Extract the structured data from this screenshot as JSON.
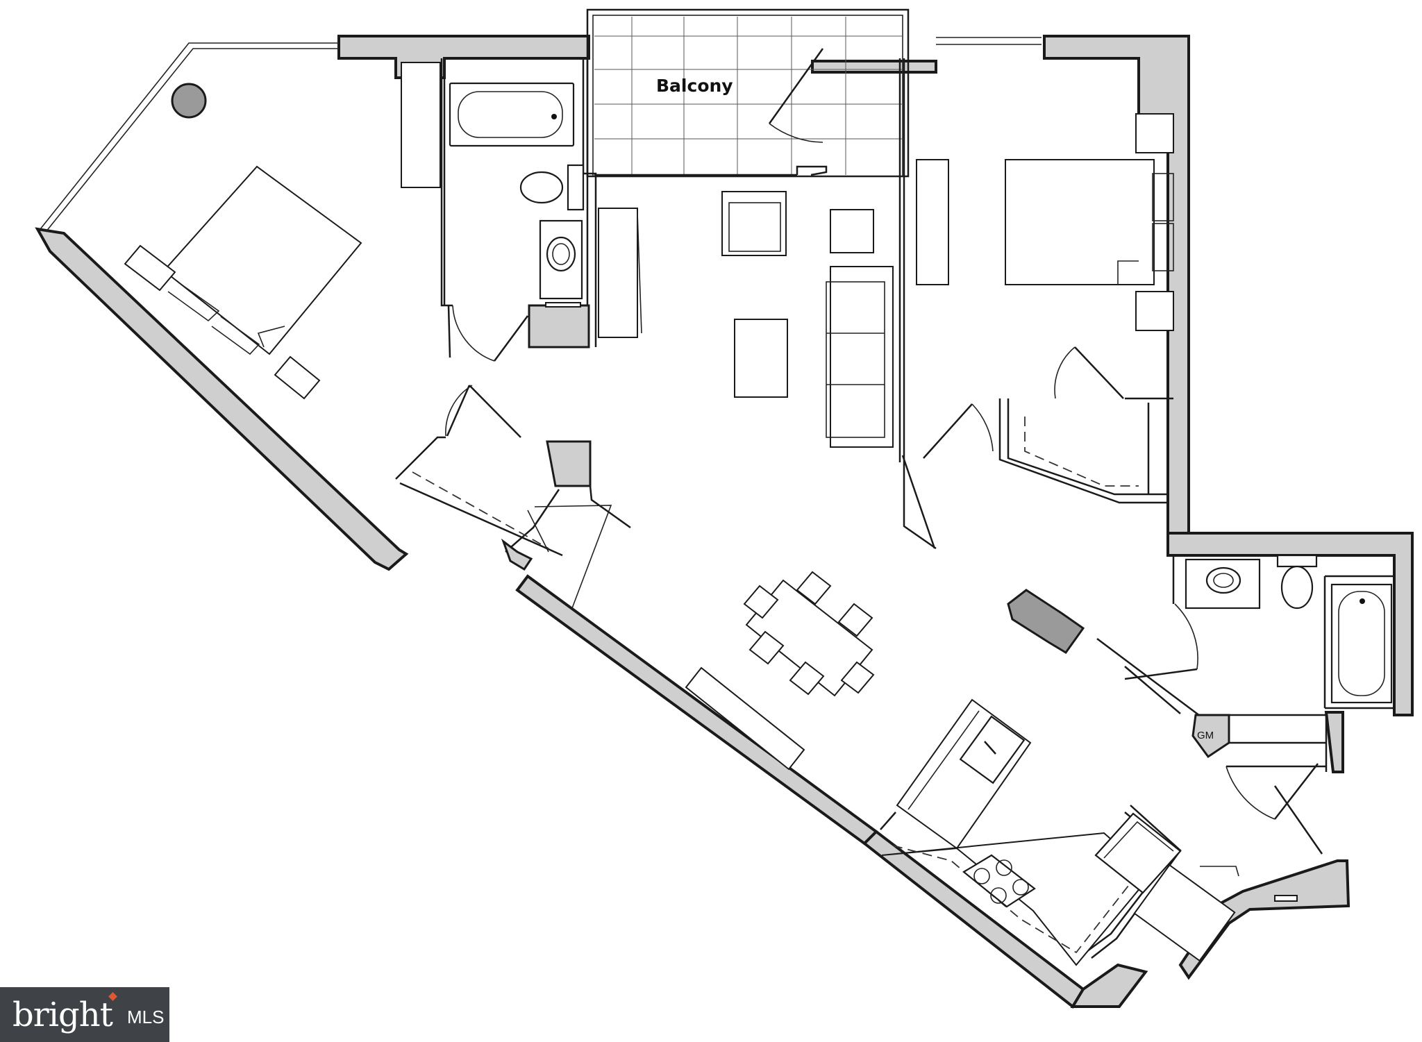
{
  "plan": {
    "rooms": [
      {
        "label": "Balcony"
      }
    ],
    "fixtures": [
      {
        "label": "GM"
      }
    ]
  },
  "watermark": {
    "brand": "bright",
    "suffix": "MLS",
    "colors": {
      "background": "#3f4347",
      "text": "#ffffff",
      "accent": "#e4572e"
    }
  },
  "colors": {
    "wall_fill": "#cfcfcf",
    "wall_stroke": "#1a1a1a",
    "background": "#ffffff"
  }
}
